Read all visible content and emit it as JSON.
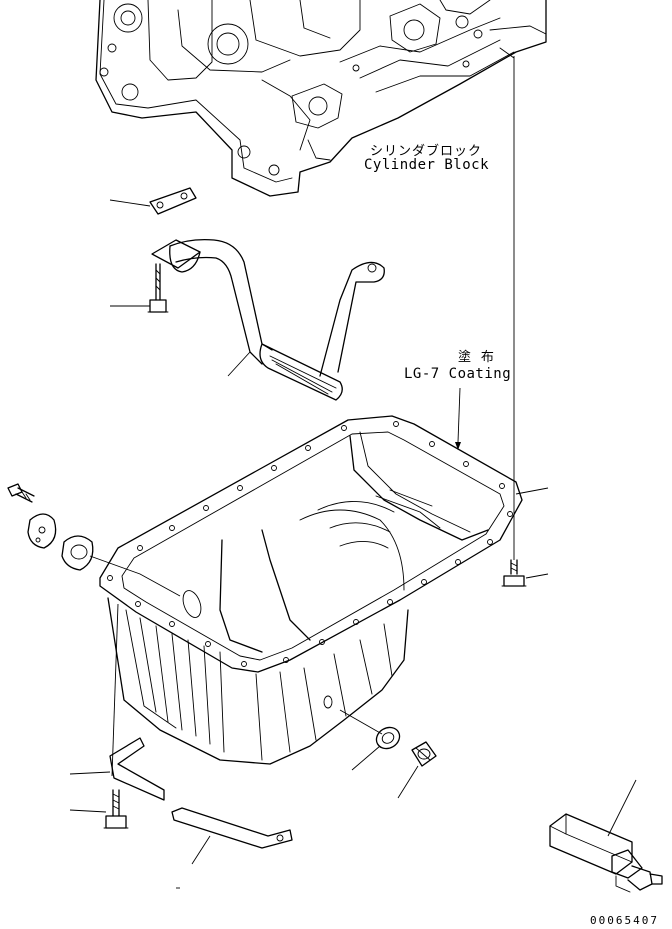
{
  "labels": {
    "cylinder_block_jp": "シリンダブロック",
    "cylinder_block_en": "Cylinder Block",
    "coating_jp": "塗 布",
    "coating_en": "LG-7 Coating"
  },
  "drawing_id": "00065407"
}
